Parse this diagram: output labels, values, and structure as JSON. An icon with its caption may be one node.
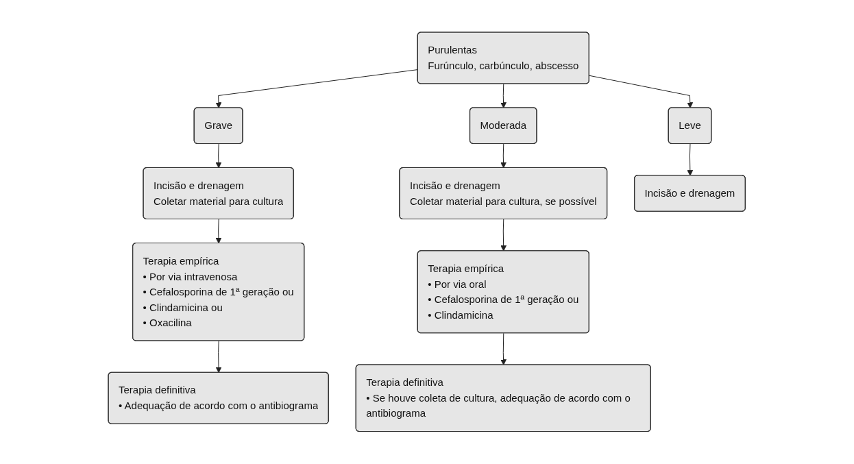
{
  "diagram": {
    "nodes": [
      {
        "text": [
          "Purulentas",
          "Furúnculo, carbúnculo, abscesso"
        ]
      },
      {
        "text": [
          "Grave"
        ]
      },
      {
        "text": [
          "Moderada"
        ]
      },
      {
        "text": [
          "Leve"
        ]
      },
      {
        "text": [
          "Incisão e drenagem",
          "Coletar material para cultura"
        ]
      },
      {
        "text": [
          "Incisão e drenagem",
          "Coletar material para cultura, se possível"
        ]
      },
      {
        "text": [
          "Incisão e drenagem"
        ]
      },
      {
        "text": [
          "Terapia empírica",
          "• Por via intravenosa",
          "• Cefalosporina de 1ª geração ou",
          "• Clindamicina ou",
          "• Oxacilina"
        ]
      },
      {
        "text": [
          "Terapia empírica",
          "• Por via oral",
          "• Cefalosporina de 1ª geração ou",
          "• Clindamicina"
        ]
      },
      {
        "text": [
          "Terapia definitiva",
          "• Adequação de acordo com o antibiograma"
        ]
      },
      {
        "text": [
          "Terapia definitiva",
          "• Se houve coleta de cultura, adequação de acordo com o antibiograma"
        ]
      }
    ],
    "edges": [
      {
        "from": 0,
        "to": 1,
        "arrow": "to"
      },
      {
        "from": 0,
        "to": 2,
        "arrow": "to"
      },
      {
        "from": 0,
        "to": 3,
        "arrow": "to"
      },
      {
        "from": 1,
        "to": 4,
        "arrow": "to"
      },
      {
        "from": 2,
        "to": 5,
        "arrow": "to"
      },
      {
        "from": 3,
        "to": 6,
        "arrow": "to"
      },
      {
        "from": 4,
        "to": 7,
        "arrow": "to"
      },
      {
        "from": 5,
        "to": 8,
        "arrow": "to"
      },
      {
        "from": 7,
        "to": 9,
        "arrow": "to"
      },
      {
        "from": 8,
        "to": 10,
        "arrow": "to"
      }
    ]
  }
}
